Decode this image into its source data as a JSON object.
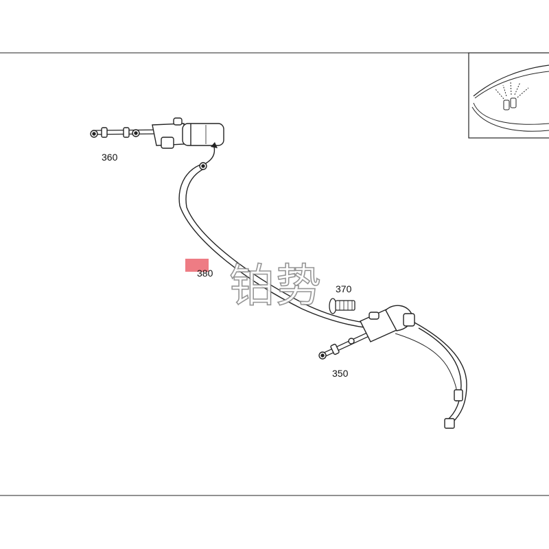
{
  "labels": {
    "part_360": "360",
    "part_380": "380",
    "part_370": "370",
    "part_350": "350"
  },
  "watermark": "铂势",
  "colors": {
    "line": "#2a2a2a",
    "highlight": "#e8505b",
    "background": "#ffffff"
  }
}
